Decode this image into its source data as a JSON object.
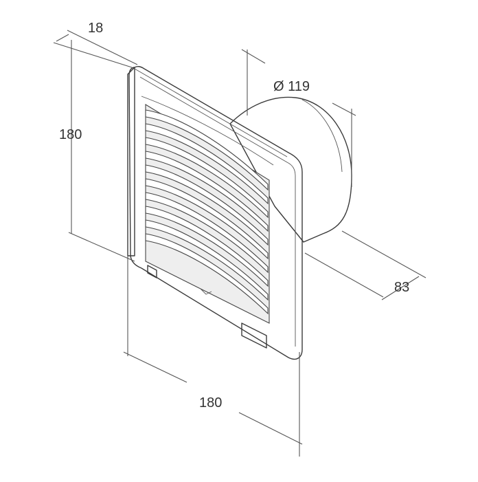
{
  "drawing": {
    "title": "",
    "dimensions": {
      "depth_top": "18",
      "height": "180",
      "diameter": "Ø 119",
      "duct_length": "83",
      "width": "180"
    }
  },
  "colors": {
    "line": "#3a3a3a",
    "dim_line": "#555555",
    "grille_shade": "#eeeeee",
    "background": "#ffffff"
  }
}
